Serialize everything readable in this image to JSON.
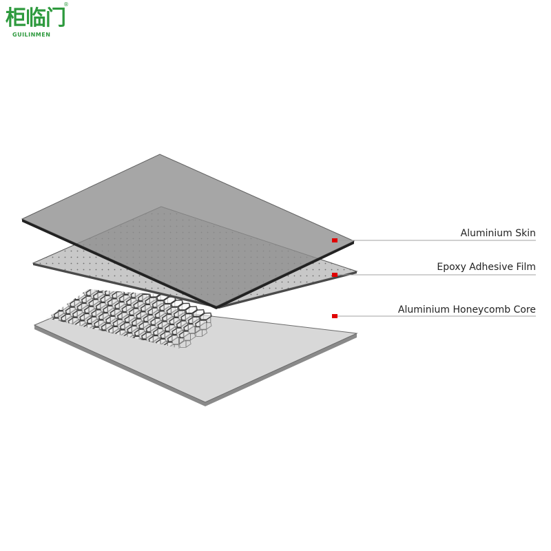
{
  "logo": {
    "chinese": "柜临门",
    "english": "GUILINMEN",
    "registered": "®",
    "color": "#2e9a3e"
  },
  "layers": [
    {
      "label": "Aluminium Skin"
    },
    {
      "label": "Epoxy Adhesive Film"
    },
    {
      "label": "Aluminium Honeycomb Core"
    }
  ],
  "colors": {
    "skin": "#8e8e8e",
    "film": "#c8c8c8",
    "honeycomb": "#f4f4f4",
    "base": "#d8d8d8",
    "marker": "#e00000",
    "leader": "#a0a0a0"
  }
}
